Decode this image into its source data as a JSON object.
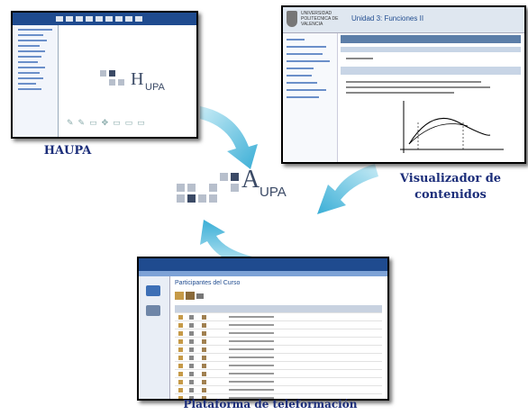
{
  "labels": {
    "haupa": "HAUPA",
    "visualizador_line1": "Visualizador de",
    "visualizador_line2": "contenidos",
    "plataforma": "Plataforma de teleformación"
  },
  "center_logo": {
    "letter_a": "A",
    "suffix": "UPA"
  },
  "haupa_logo": {
    "letter_h": "H",
    "suffix": "UPA"
  },
  "visualizador": {
    "university": "UNIVERSIDAD POLITECNICA DE VALENCIA",
    "unit_title": "Unidad 3: Funciones II"
  },
  "plataforma": {
    "page_title": "Participantes del Curso"
  },
  "colors": {
    "label": "#1c2e7a",
    "arrow_start": "#c9ecf6",
    "arrow_end": "#3aaed6",
    "square_dark": "#3b4a66",
    "square_light": "#b7bfcc"
  },
  "icons": [
    "curved-arrow-icon",
    "curved-arrow-icon",
    "curved-arrow-icon"
  ]
}
